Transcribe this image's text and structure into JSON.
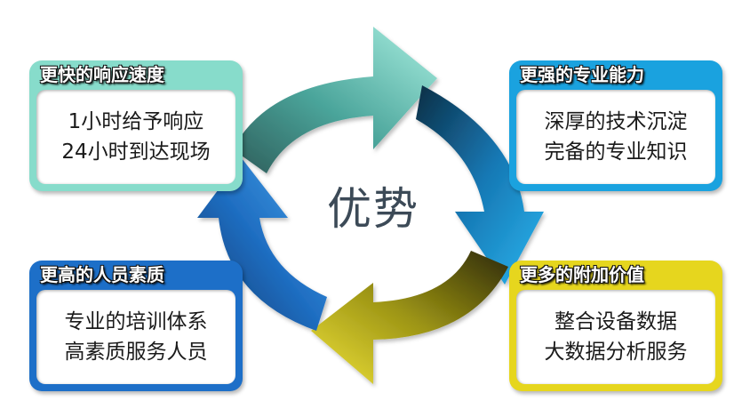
{
  "center_title": "优势",
  "colors": {
    "teal": "#87dccb",
    "sky_blue": "#1aa2df",
    "deep_blue": "#1d6fc8",
    "yellow": "#e6d61e"
  },
  "cards": {
    "top_left": {
      "title": "更快的响应速度",
      "lines": [
        "1小时给予响应",
        "24小时到达现场"
      ]
    },
    "top_right": {
      "title": "更强的专业能力",
      "lines": [
        "深厚的技术沉淀",
        "完备的专业知识"
      ]
    },
    "bottom_left": {
      "title": "更高的人员素质",
      "lines": [
        "专业的培训体系",
        "高素质服务人员"
      ]
    },
    "bottom_right": {
      "title": "更多的附加价值",
      "lines": [
        "整合设备数据",
        "大数据分析服务"
      ]
    }
  }
}
